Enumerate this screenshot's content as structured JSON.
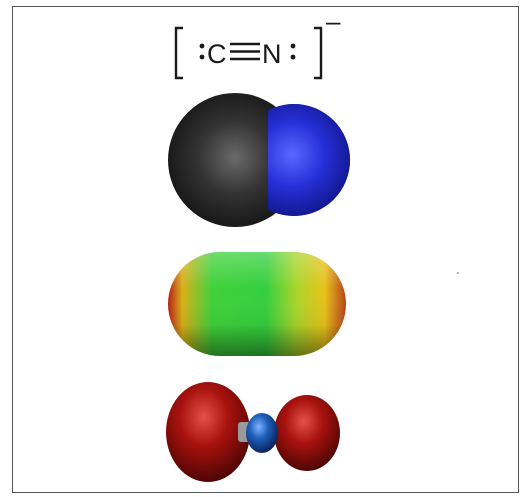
{
  "lewis_structure": {
    "atom_left": "C",
    "atom_right": "N",
    "charge": "–"
  },
  "models": [
    {
      "kind": "space-filling",
      "atoms": [
        {
          "element": "C",
          "color": "#2b2b2b"
        },
        {
          "element": "N",
          "color": "#2a35c8"
        }
      ]
    },
    {
      "kind": "electrostatic-potential-map",
      "colors": [
        "#c22a1a",
        "#e0c81a",
        "#37d43a",
        "#30c83c",
        "#d9d41c",
        "#b8431a"
      ]
    },
    {
      "kind": "molecular-orbital",
      "lobe_color": "#a8120e",
      "node_color": "#1f5fb8"
    }
  ],
  "colors": {
    "frame": "#555555",
    "text": "#1a1a1a"
  }
}
